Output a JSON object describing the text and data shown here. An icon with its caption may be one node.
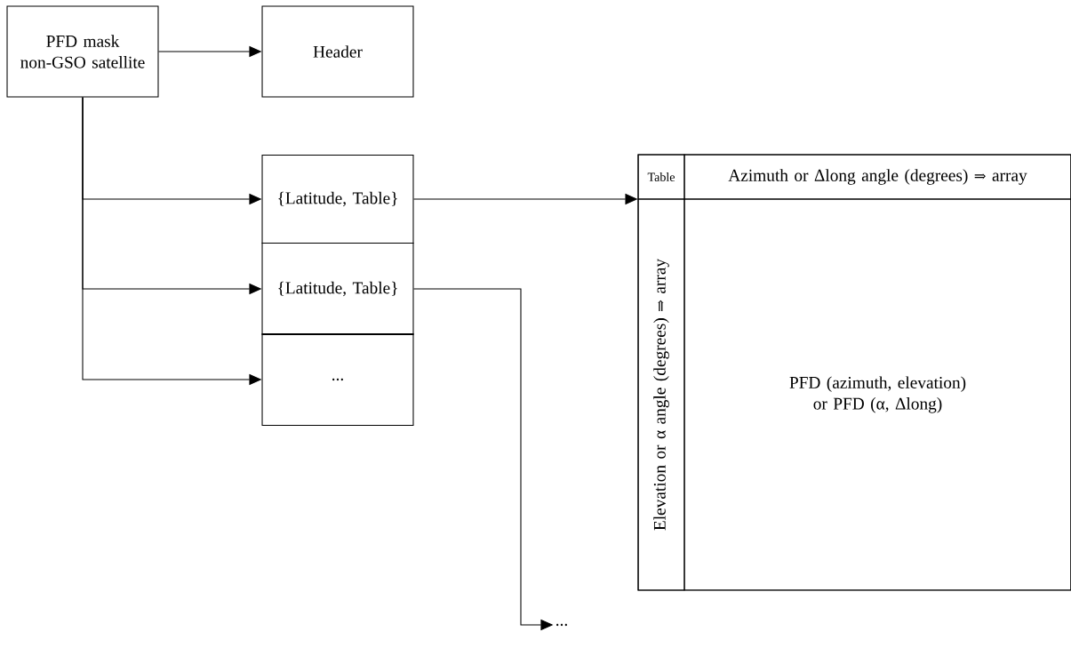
{
  "diagram": {
    "nodes": [
      {
        "text": [
          "PFD mask non-GSO satellite"
        ]
      },
      {
        "text": [
          "Header"
        ]
      },
      {
        "text": [
          "{Latitude, Table}"
        ]
      },
      {
        "text": [
          "{Latitude, Table}"
        ]
      },
      {
        "text": [
          "..."
        ]
      },
      {
        "text": [],
        "shape": "box"
      },
      {
        "text": [
          "Table"
        ],
        "in": 5
      },
      {
        "text": [
          "Azimuth or Δlong angle (degrees) ⇒ array"
        ],
        "in": 5
      },
      {
        "text": [
          "Elevation or α angle (degrees) ⇒ array"
        ],
        "in": 5
      },
      {
        "text": [
          "PFD (azimuth, elevation) or PFD (α, Δlong)"
        ],
        "in": 5
      },
      {
        "text": [
          "..."
        ]
      }
    ],
    "edges": [
      {
        "from": 0,
        "to": 1,
        "arrow": "to"
      },
      {
        "from": 0,
        "to": 2,
        "arrow": "to"
      },
      {
        "from": 0,
        "to": 3,
        "arrow": "to"
      },
      {
        "from": 0,
        "to": 4,
        "arrow": "to"
      },
      {
        "from": 2,
        "to": 5,
        "arrow": "to"
      },
      {
        "from": 3,
        "to": 10,
        "arrow": "to"
      }
    ]
  }
}
